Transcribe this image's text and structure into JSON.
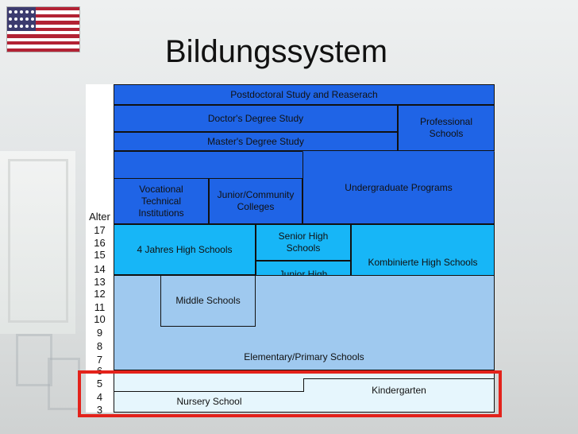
{
  "title": "Bildungssystem",
  "ages": [
    "Alter",
    "17",
    "16",
    "15",
    "14",
    "13",
    "12",
    "11",
    "10",
    "9",
    "8",
    "7",
    "6",
    "5",
    "4",
    "3"
  ],
  "blocks": {
    "postdoctoral": "Postdoctoral Study and Reaserach",
    "doctor": "Doctor's Degree Study",
    "master": "Master's Degree Study",
    "professional": "Professional Schools",
    "vocational": "Vocational Technical Institutions",
    "junior_college": "Junior/Community Colleges",
    "undergraduate": "Undergraduate Programs",
    "four_year_high": "4 Jahres High Schools",
    "senior_high": "Senior High Schools",
    "junior_high": "Junior High Schools",
    "combined_high": "Kombinierte High Schools",
    "middle": "Middle Schools",
    "elementary": "Elementary/Primary Schools",
    "kindergarten": "Kindergarten",
    "nursery": "Nursery School"
  },
  "colors": {
    "dark": "#1f64e6",
    "cyan": "#17b6f7",
    "light": "#9fc9ef",
    "pale": "#e6f6fd",
    "highlight": "#e3221b"
  }
}
